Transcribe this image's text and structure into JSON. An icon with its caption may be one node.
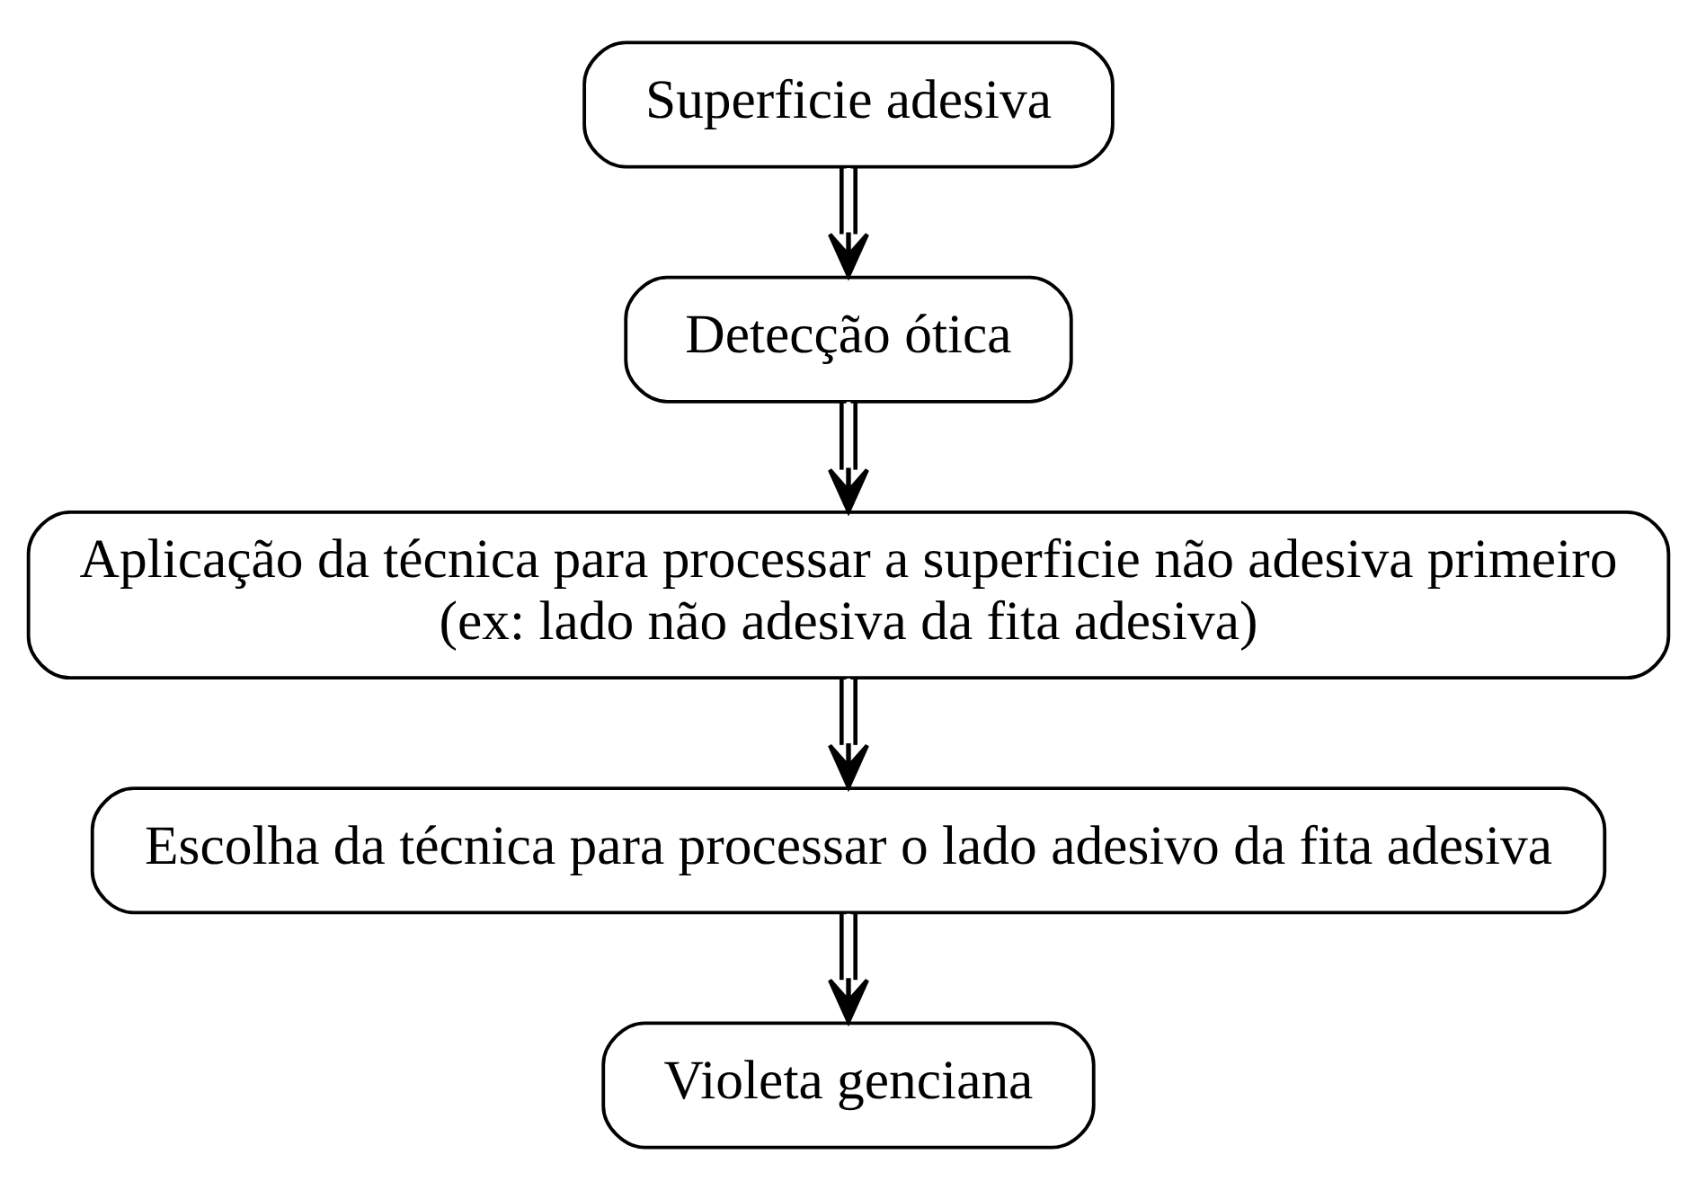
{
  "diagram": {
    "nodes": [
      {
        "text": [
          "Superficie adesiva"
        ]
      },
      {
        "text": [
          "Detecção ótica"
        ]
      },
      {
        "text": [
          "Aplicação da técnica para processar a superficie não adesiva primeiro (ex: lado não adesiva da fita adesiva)"
        ]
      },
      {
        "text": [
          "Escolha da técnica para processar o lado adesivo da fita adesiva"
        ]
      },
      {
        "text": [
          "Violeta genciana"
        ]
      }
    ],
    "edges": [
      {
        "from": 0,
        "to": 1,
        "arrow": "to"
      },
      {
        "from": 1,
        "to": 2,
        "arrow": "to"
      },
      {
        "from": 2,
        "to": 3,
        "arrow": "to"
      },
      {
        "from": 3,
        "to": 4,
        "arrow": "to"
      }
    ]
  }
}
